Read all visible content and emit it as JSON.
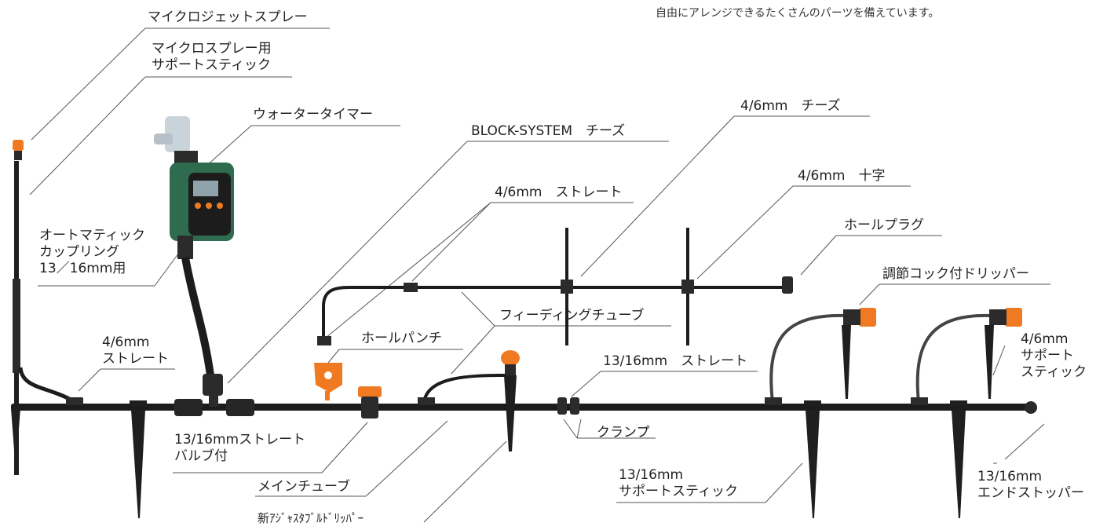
{
  "intro": "自由にアレンジできるたくさんのパーツを備えています。",
  "labels": {
    "micro_jet_spray": "マイクロジェットスプレー",
    "support_stick_line1": "マイクロスプレー用",
    "support_stick_line2": "サポートスティック",
    "water_timer": "ウォータータイマー",
    "block_system_tee": "BLOCK-SYSTEM　チーズ",
    "tee_46": "4/6mm　チーズ",
    "cross_46": "4/6mm　十字",
    "straight_46_top": "4/6mm　ストレート",
    "hole_plug": "ホールプラグ",
    "dripper_cock": "調節コック付ドリッパー",
    "auto_coupling_line1": "オートマティック",
    "auto_coupling_line2": "カップリング",
    "auto_coupling_line3": "13／16mm用",
    "straight_46_left_line1": "4/6mm",
    "straight_46_left_line2": "ストレート",
    "hole_punch": "ホールパンチ",
    "feeding_tube": "フィーディングチューブ",
    "straight_1316": "13/16mm　ストレート",
    "support_46_line1": "4/6mm",
    "support_46_line2": "サポート",
    "support_46_line3": "スティック",
    "straight_valve_line1": "13/16mmストレート",
    "straight_valve_line2": "バルブ付",
    "clamp": "クランプ",
    "main_tube": "メインチューブ",
    "adjustable_dripper": "新ｱｼﾞｬｽﾀﾌﾞﾙﾄﾞﾘｯﾊﾟｰ",
    "support_1316_line1": "13/16mm",
    "support_1316_line2": "サポートスティック",
    "end_stopper_line1": "13/16mm",
    "end_stopper_line2": "エンドストッパー"
  },
  "colors": {
    "tube": "#1c1c1c",
    "orange": "#f07a22",
    "timer_green": "#2f6b4e",
    "faucet": "#c9d3da",
    "leader": "#555555"
  }
}
